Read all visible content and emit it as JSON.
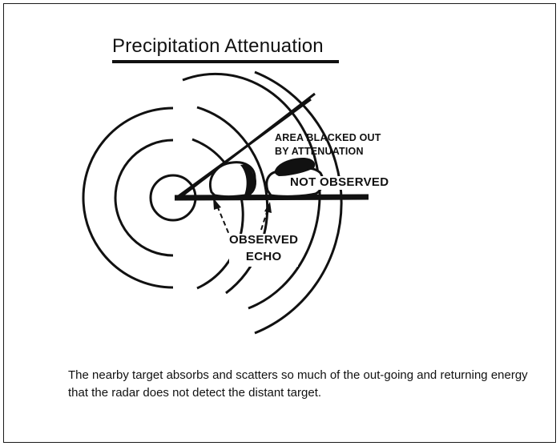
{
  "title": "Precipitation Attenuation",
  "labels": {
    "area_blacked_out_line1": "AREA BLACKED OUT",
    "area_blacked_out_line2": "BY ATTENUATION",
    "not_observed": "NOT OBSERVED",
    "observed_line1": "OBSERVED",
    "observed_line2": "ECHO"
  },
  "caption": "The nearby target absorbs and scatters so much of the out-going and returning energy that the radar does not detect the distant target."
}
